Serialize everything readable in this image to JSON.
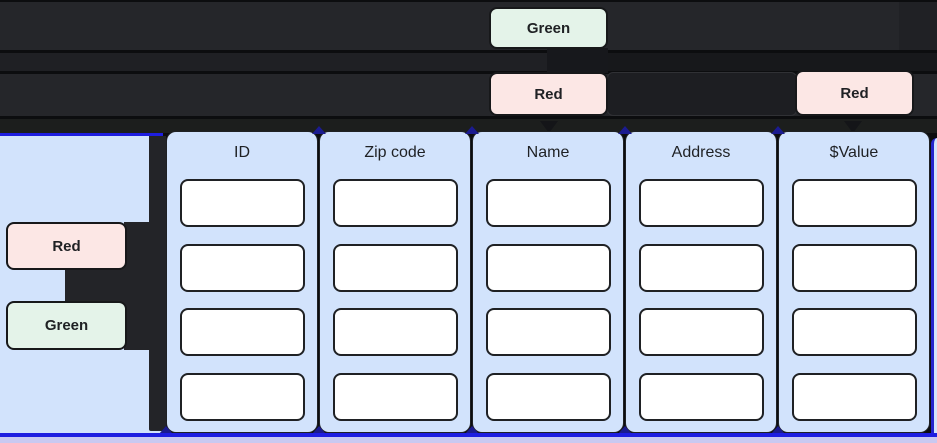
{
  "palette": {
    "background_dark": "#0c0d0f",
    "band_gray": "#25262a",
    "band_gray_dark": "#1f2024",
    "panel_blue": "#d2e3fc",
    "chip_red_bg": "#fce7e5",
    "chip_green_bg": "#e4f3e9",
    "chip_border": "#17181a",
    "accent_blue": "#1e1ee0",
    "anchor_navy": "#1b1b8f",
    "bottom_lavender": "#c9c9f1",
    "slot_bg": "#ffffff",
    "text_dark": "#1f2124"
  },
  "top_flow": {
    "green_chip_label": "Green",
    "red_chip_label": "Red",
    "red_chip_right_label": "Red"
  },
  "left_panel": {
    "red_chip_label": "Red",
    "green_chip_label": "Green"
  },
  "table": {
    "columns": [
      {
        "header": "ID"
      },
      {
        "header": "Zip code"
      },
      {
        "header": "Name"
      },
      {
        "header": "Address"
      },
      {
        "header": "$Value"
      }
    ],
    "slots_per_column": 4
  }
}
